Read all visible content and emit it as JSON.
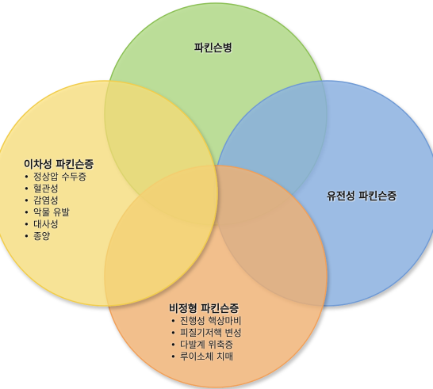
{
  "diagram": {
    "sets": [
      {
        "title": "파킨슨병",
        "items": [],
        "color": "#b6dd8e"
      },
      {
        "title": "유전성 파킨슨증",
        "items": [],
        "color": "#8cb4e6"
      },
      {
        "title": "비정형 파킨슨증",
        "items": [
          "진행성 핵상마비",
          "피질기저핵 변성",
          "다발계 위축증",
          "루이소체 치매"
        ],
        "color": "#f7b676"
      },
      {
        "title": "이차성 파킨슨증",
        "items": [
          "정상압 수두증",
          "혈관성",
          "감염성",
          "악물 유발",
          "대사성",
          "종양"
        ],
        "color": "#fde37a"
      }
    ]
  }
}
